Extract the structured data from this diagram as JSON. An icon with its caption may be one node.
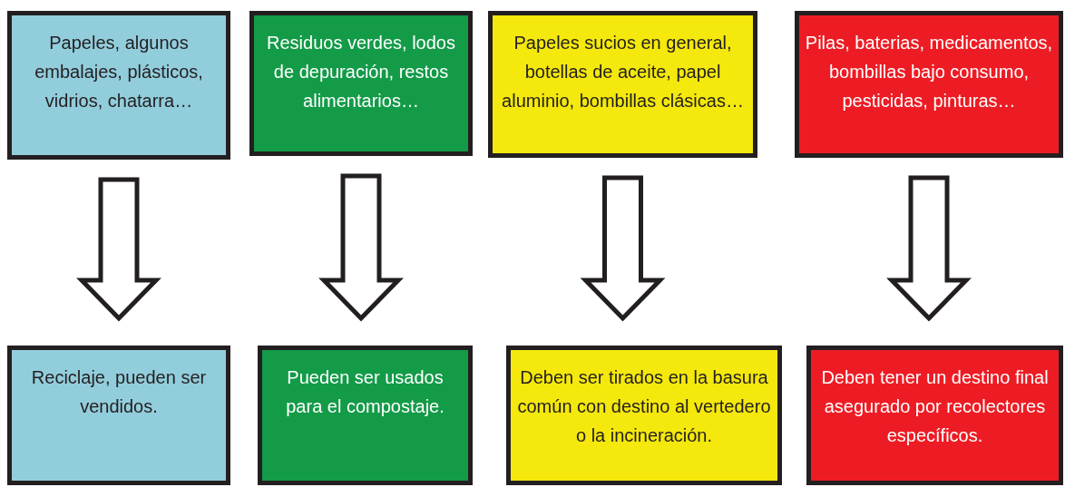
{
  "diagram": {
    "nodes": [
      {
        "text": [
          "Papeles, algunos embalajes, plásticos, vidrios, chatarra…"
        ]
      },
      {
        "text": [
          "Residuos verdes, lodos de depuración, restos alimentarios…"
        ]
      },
      {
        "text": [
          "Papeles sucios en general, botellas de aceite, papel aluminio, bombillas clásicas…"
        ]
      },
      {
        "text": [
          "Pilas, baterias, medicamentos, bombillas bajo consumo, pesticidas, pinturas…"
        ]
      },
      {
        "text": [
          "Reciclaje, pueden ser vendidos."
        ]
      },
      {
        "text": [
          "Pueden ser usados para el compostaje."
        ]
      },
      {
        "text": [
          "Deben ser tirados en la basura común con destino al vertedero o la incineración."
        ]
      },
      {
        "text": [
          "Deben tener un destino final asegurado por recolectores específicos."
        ]
      }
    ],
    "edges": [
      {
        "from": 0,
        "to": 4,
        "arrow": "to"
      },
      {
        "from": 1,
        "to": 5,
        "arrow": "to"
      },
      {
        "from": 2,
        "to": 6,
        "arrow": "to"
      },
      {
        "from": 3,
        "to": 7,
        "arrow": "to"
      }
    ]
  }
}
